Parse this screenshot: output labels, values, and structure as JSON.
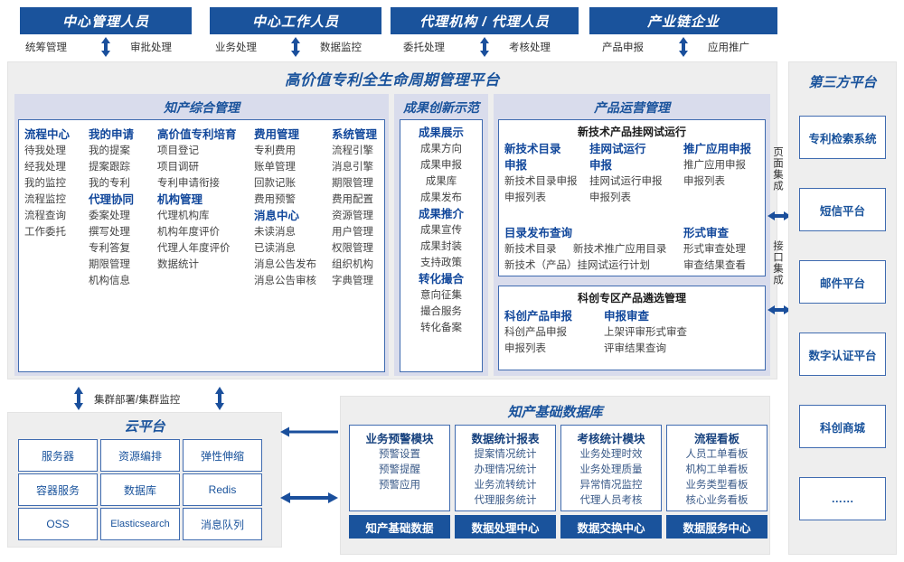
{
  "actors": [
    {
      "title": "中心管理人员",
      "left_flow": "统筹管理",
      "right_flow": "审批处理",
      "arrow_icon": "double-vertical-arrow-icon"
    },
    {
      "title": "中心工作人员",
      "left_flow": "业务处理",
      "right_flow": "数据监控",
      "arrow_icon": "double-vertical-arrow-icon"
    },
    {
      "title": "代理机构 / 代理人员",
      "left_flow": "委托处理",
      "right_flow": "考核处理",
      "arrow_icon": "double-vertical-arrow-icon"
    },
    {
      "title": "产业链企业",
      "left_flow": "产品申报",
      "right_flow": "应用推广",
      "arrow_icon": "double-vertical-arrow-icon"
    }
  ],
  "platform": {
    "title": "高价值专利全生命周期管理平台",
    "sections": {
      "ip_mgmt": {
        "title": "知产综合管理",
        "columns": [
          {
            "groups": [
              {
                "head": "流程中心",
                "items": [
                  "待我处理",
                  "经我处理",
                  "我的监控",
                  "流程监控",
                  "流程查询",
                  "工作委托"
                ]
              }
            ]
          },
          {
            "groups": [
              {
                "head": "我的申请",
                "items": [
                  "我的提案",
                  "提案跟踪",
                  "我的专利"
                ]
              },
              {
                "head": "代理协同",
                "items": [
                  "委案处理",
                  "撰写处理",
                  "专利答复",
                  "期限管理",
                  "机构信息"
                ]
              }
            ]
          },
          {
            "groups": [
              {
                "head": "高价值专利培育",
                "items": [
                  "项目登记",
                  "项目调研",
                  "专利申请衔接"
                ]
              },
              {
                "head": "机构管理",
                "items": [
                  "代理机构库",
                  "机构年度评价",
                  "代理人年度评价",
                  "数据统计"
                ]
              }
            ]
          },
          {
            "groups": [
              {
                "head": "费用管理",
                "items": [
                  "专利费用",
                  "账单管理",
                  "回款记账",
                  "费用预警"
                ]
              },
              {
                "head": "消息中心",
                "items": [
                  "未读消息",
                  "已读消息",
                  "消息公告发布",
                  "消息公告审核"
                ]
              }
            ]
          },
          {
            "groups": [
              {
                "head": "系统管理",
                "items": [
                  "流程引擎",
                  "消息引擎",
                  "期限管理",
                  "费用配置",
                  "资源管理",
                  "用户管理",
                  "权限管理",
                  "组织机构",
                  "字典管理"
                ]
              }
            ]
          }
        ]
      },
      "achievement": {
        "title": "成果创新示范",
        "groups": [
          {
            "head": "成果展示",
            "items": [
              "成果方向",
              "成果申报",
              "成果库",
              "成果发布"
            ]
          },
          {
            "head": "成果推介",
            "items": [
              "成果宣传",
              "成果封装",
              "支持政策"
            ]
          },
          {
            "head": "转化撮合",
            "items": [
              "意向征集",
              "撮合服务",
              "转化备案"
            ]
          }
        ]
      },
      "product_ops": {
        "title": "产品运营管理",
        "boxes": [
          {
            "sub_head": "新技术产品挂网试运行",
            "row1": [
              {
                "head": "新技术目录申报",
                "items": [
                  "新技术目录申报",
                  "申报列表"
                ]
              },
              {
                "head": "挂网试运行申报",
                "items": [
                  "挂网试运行申报",
                  "申报列表"
                ]
              },
              {
                "head": "推广应用申报",
                "items": [
                  "推广应用申报",
                  "申报列表"
                ]
              }
            ],
            "row2_left": {
              "head": "目录发布查询",
              "items": [
                "新技术目录",
                "新技术推广应用目录",
                "新技术（产品）挂网试运行计划"
              ]
            },
            "row2_right": {
              "head": "形式审查",
              "items": [
                "形式审查处理",
                "审查结果查看"
              ]
            }
          },
          {
            "sub_head": "科创专区产品遴选管理",
            "row1": [
              {
                "head": "科创产品申报",
                "items": [
                  "科创产品申报",
                  "申报列表"
                ]
              },
              {
                "head": "申报审查",
                "items": [
                  "上架评审形式审查",
                  "评审结果查询"
                ]
              }
            ]
          }
        ]
      }
    }
  },
  "integration": [
    {
      "label": "页面集成",
      "arrow_icon": "double-horizontal-arrow-icon"
    },
    {
      "label": "接口集成",
      "arrow_icon": "double-horizontal-arrow-icon"
    }
  ],
  "third_party": {
    "title": "第三方平台",
    "items": [
      "专利检索系统",
      "短信平台",
      "邮件平台",
      "数字认证平台",
      "科创商城",
      "……"
    ]
  },
  "cloud": {
    "arrow_label": "集群部署/集群监控",
    "title": "云平台",
    "cells": [
      [
        "服务器",
        "资源编排",
        "弹性伸缩"
      ],
      [
        "容器服务",
        "数据库",
        "Redis"
      ],
      [
        "OSS",
        "Elasticsearch",
        "消息队列"
      ]
    ]
  },
  "database": {
    "title": "知产基础数据库",
    "columns": [
      {
        "head": "业务预警模块",
        "items": [
          "预警设置",
          "预警提醒",
          "预警应用"
        ],
        "footer": "知产基础数据"
      },
      {
        "head": "数据统计报表",
        "items": [
          "提案情况统计",
          "办理情况统计",
          "业务流转统计",
          "代理服务统计"
        ],
        "footer": "数据处理中心"
      },
      {
        "head": "考核统计模块",
        "items": [
          "业务处理时效",
          "业务处理质量",
          "异常情况监控",
          "代理人员考核"
        ],
        "footer": "数据交换中心"
      },
      {
        "head": "流程看板",
        "items": [
          "人员工单看板",
          "机构工单看板",
          "业务类型看板",
          "核心业务看板"
        ],
        "footer": "数据服务中心"
      }
    ]
  },
  "colors": {
    "brand_blue": "#1a539c",
    "panel_gray": "#eeeeee",
    "band_lavender": "#d9dcec",
    "box_border": "#3f6bb0",
    "leaf_text": "#444444"
  }
}
